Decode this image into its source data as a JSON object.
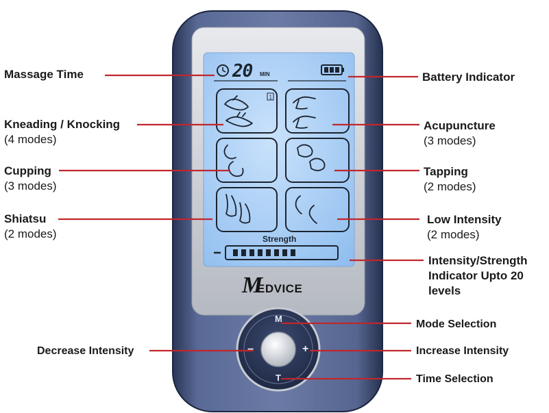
{
  "lcd": {
    "time_value": "20",
    "time_unit": "MIN",
    "strength_label": "Strength",
    "strength_segments_filled": 8
  },
  "brand": {
    "logo_letter": "M",
    "name": "EDVICE"
  },
  "buttons": {
    "mode": "M",
    "decrease": "−",
    "increase": "+",
    "time": "T"
  },
  "callouts": {
    "massage_time": {
      "title": "Massage Time"
    },
    "battery": {
      "title": "Battery Indicator"
    },
    "kneading": {
      "title": "Kneading / Knocking",
      "sub": "(4 modes)"
    },
    "acupuncture": {
      "title": "Acupuncture",
      "sub": "(3 modes)"
    },
    "cupping": {
      "title": "Cupping",
      "sub": "(3 modes)"
    },
    "tapping": {
      "title": "Tapping",
      "sub": "(2 modes)"
    },
    "shiatsu": {
      "title": "Shiatsu",
      "sub": "(2 modes)"
    },
    "low_intensity": {
      "title": "Low Intensity",
      "sub": "(2 modes)"
    },
    "strength": {
      "line1": "Intensity/Strength",
      "line2": "Indicator Upto 20",
      "line3": "levels"
    },
    "mode_selection": {
      "title": "Mode Selection"
    },
    "decrease": {
      "title": "Decrease Intensity"
    },
    "increase": {
      "title": "Increase Intensity"
    },
    "time_selection": {
      "title": "Time Selection"
    }
  },
  "colors": {
    "leader": "#c0262c",
    "body": "#4a5a84",
    "lcd": "#a9cdf5",
    "bezel": "#cfd2d8"
  }
}
